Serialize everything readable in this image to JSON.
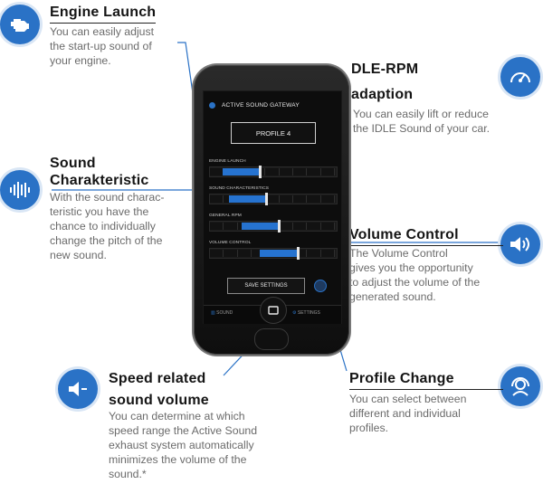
{
  "features": {
    "engine_launch": {
      "title": "Engine Launch",
      "desc": [
        "You can easily adjust",
        "the start-up sound of",
        "your engine."
      ]
    },
    "sound_characteristic": {
      "title_lines": [
        "Sound",
        "Charakteristic"
      ],
      "desc": [
        "With the sound charac-",
        "teristic you have the",
        "chance to individually",
        "change the pitch of the",
        "new sound."
      ]
    },
    "speed_volume": {
      "title_lines": [
        "Speed related",
        "sound volume"
      ],
      "desc": [
        "You can determine at which",
        "speed range the Active Sound",
        "exhaust system automatically",
        "minimizes the volume of the",
        "sound.*"
      ]
    },
    "dle_rpm": {
      "title_lines": [
        "DLE-RPM",
        "adaption"
      ],
      "desc": [
        "You can easily lift or reduce",
        "the IDLE Sound of your car."
      ]
    },
    "volume_control": {
      "title": "Volume Control",
      "desc": [
        "The Volume Control",
        "gives you the opportunity",
        "to adjust the volume of the",
        "generated sound."
      ]
    },
    "profile_change": {
      "title": "Profile Change",
      "desc": [
        "You can select between",
        "different and individual",
        "profiles."
      ]
    }
  },
  "app": {
    "header_title": "Active Sound Gateway",
    "profile": "Profile 4",
    "sliders": [
      {
        "label": "Engine Launch",
        "value": 0.4
      },
      {
        "label": "Sound Characteristics",
        "value": 0.45
      },
      {
        "label": "General RPM",
        "value": 0.55
      },
      {
        "label": "Volume Control",
        "value": 0.7
      }
    ],
    "save_button": "Save Settings",
    "tabs": {
      "sound": "Sound",
      "settings": "Settings"
    }
  },
  "colors": {
    "accent": "#2a72c6",
    "slider_fill": "#2673d0",
    "title": "#151515",
    "desc": "#6b6b6b"
  },
  "icons": {
    "engine_launch": "engine-icon",
    "sound_characteristic": "waveform-icon",
    "speed_volume": "speaker-low-icon",
    "dle_rpm": "speedometer-icon",
    "volume_control": "speaker-high-icon",
    "profile_change": "headset-user-icon"
  }
}
